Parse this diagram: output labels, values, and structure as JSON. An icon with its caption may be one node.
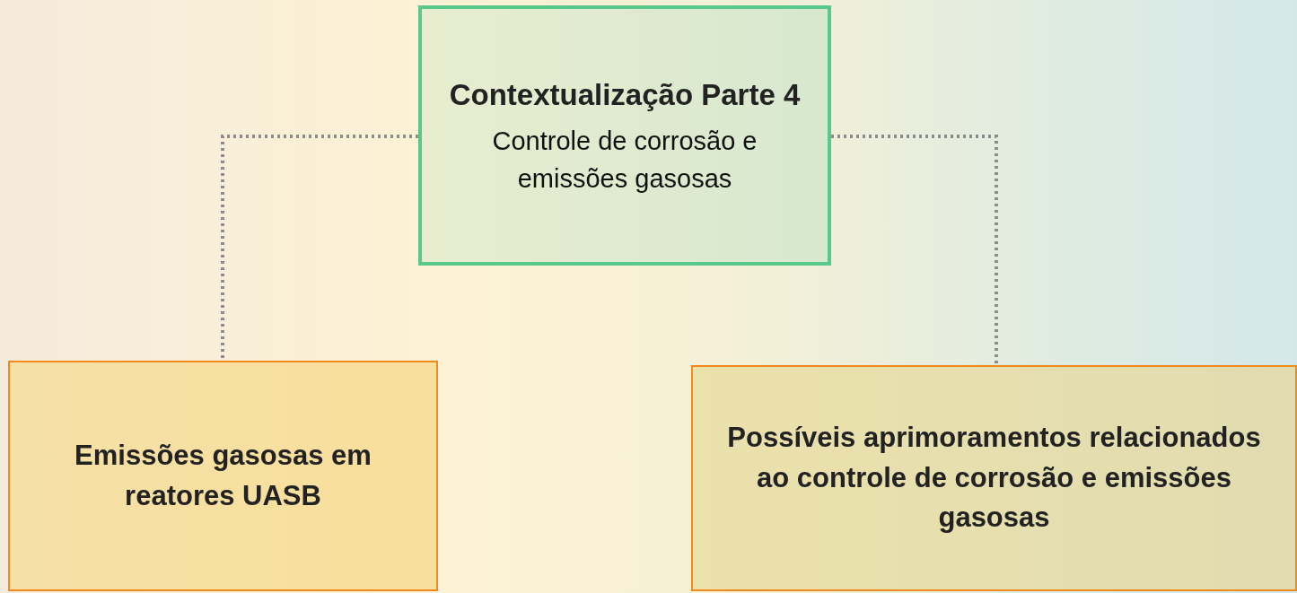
{
  "diagram": {
    "nodes": [
      {
        "text": [
          "Contextualização Parte 4",
          "Controle de corrosão e emissões gasosas"
        ]
      },
      {
        "text": [
          "Emissões gasosas em reatores UASB"
        ]
      },
      {
        "text": [
          "Possíveis aprimoramentos relacionados ao controle de corrosão e emissões gasosas"
        ]
      }
    ],
    "edges": [
      {
        "from": 0,
        "to": 1,
        "arrow": "none",
        "style": "dashed"
      },
      {
        "from": 0,
        "to": 2,
        "arrow": "none",
        "style": "dashed"
      }
    ]
  }
}
